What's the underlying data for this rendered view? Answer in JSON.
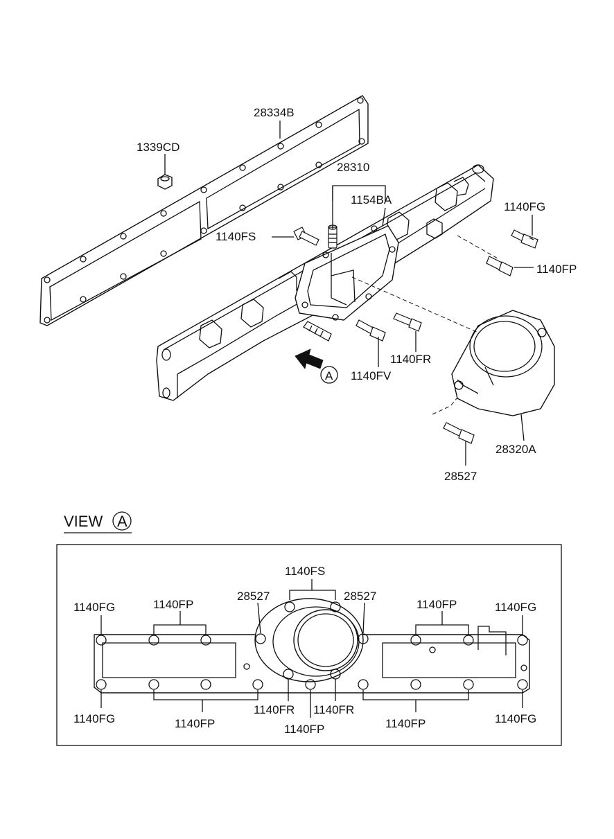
{
  "labels": {
    "gasket_28334b": "28334B",
    "nut_1339cd": "1339CD",
    "manifold_28310": "28310",
    "stud_1154ba": "1154BA",
    "bolt_1140fs": "1140FS",
    "bolt_1140fg": "1140FG",
    "bolt_1140fp": "1140FP",
    "bolt_1140fr": "1140FR",
    "bolt_1140fv": "1140FV",
    "view_marker": "A",
    "housing_28320a": "28320A",
    "bolt_28527": "28527"
  },
  "view": {
    "title": "VIEW",
    "marker": "A",
    "labels": {
      "fs_top": "1140FS",
      "b28527_left": "28527",
      "b28527_right": "28527",
      "fp_top_left": "1140FP",
      "fp_top_right": "1140FP",
      "fg_top_left": "1140FG",
      "fg_top_right": "1140FG",
      "fg_bottom_left": "1140FG",
      "fg_bottom_right": "1140FG",
      "fp_bottom_left": "1140FP",
      "fp_bottom_center": "1140FP",
      "fp_bottom_right": "1140FP",
      "fr_left": "1140FR",
      "fr_right": "1140FR"
    }
  }
}
